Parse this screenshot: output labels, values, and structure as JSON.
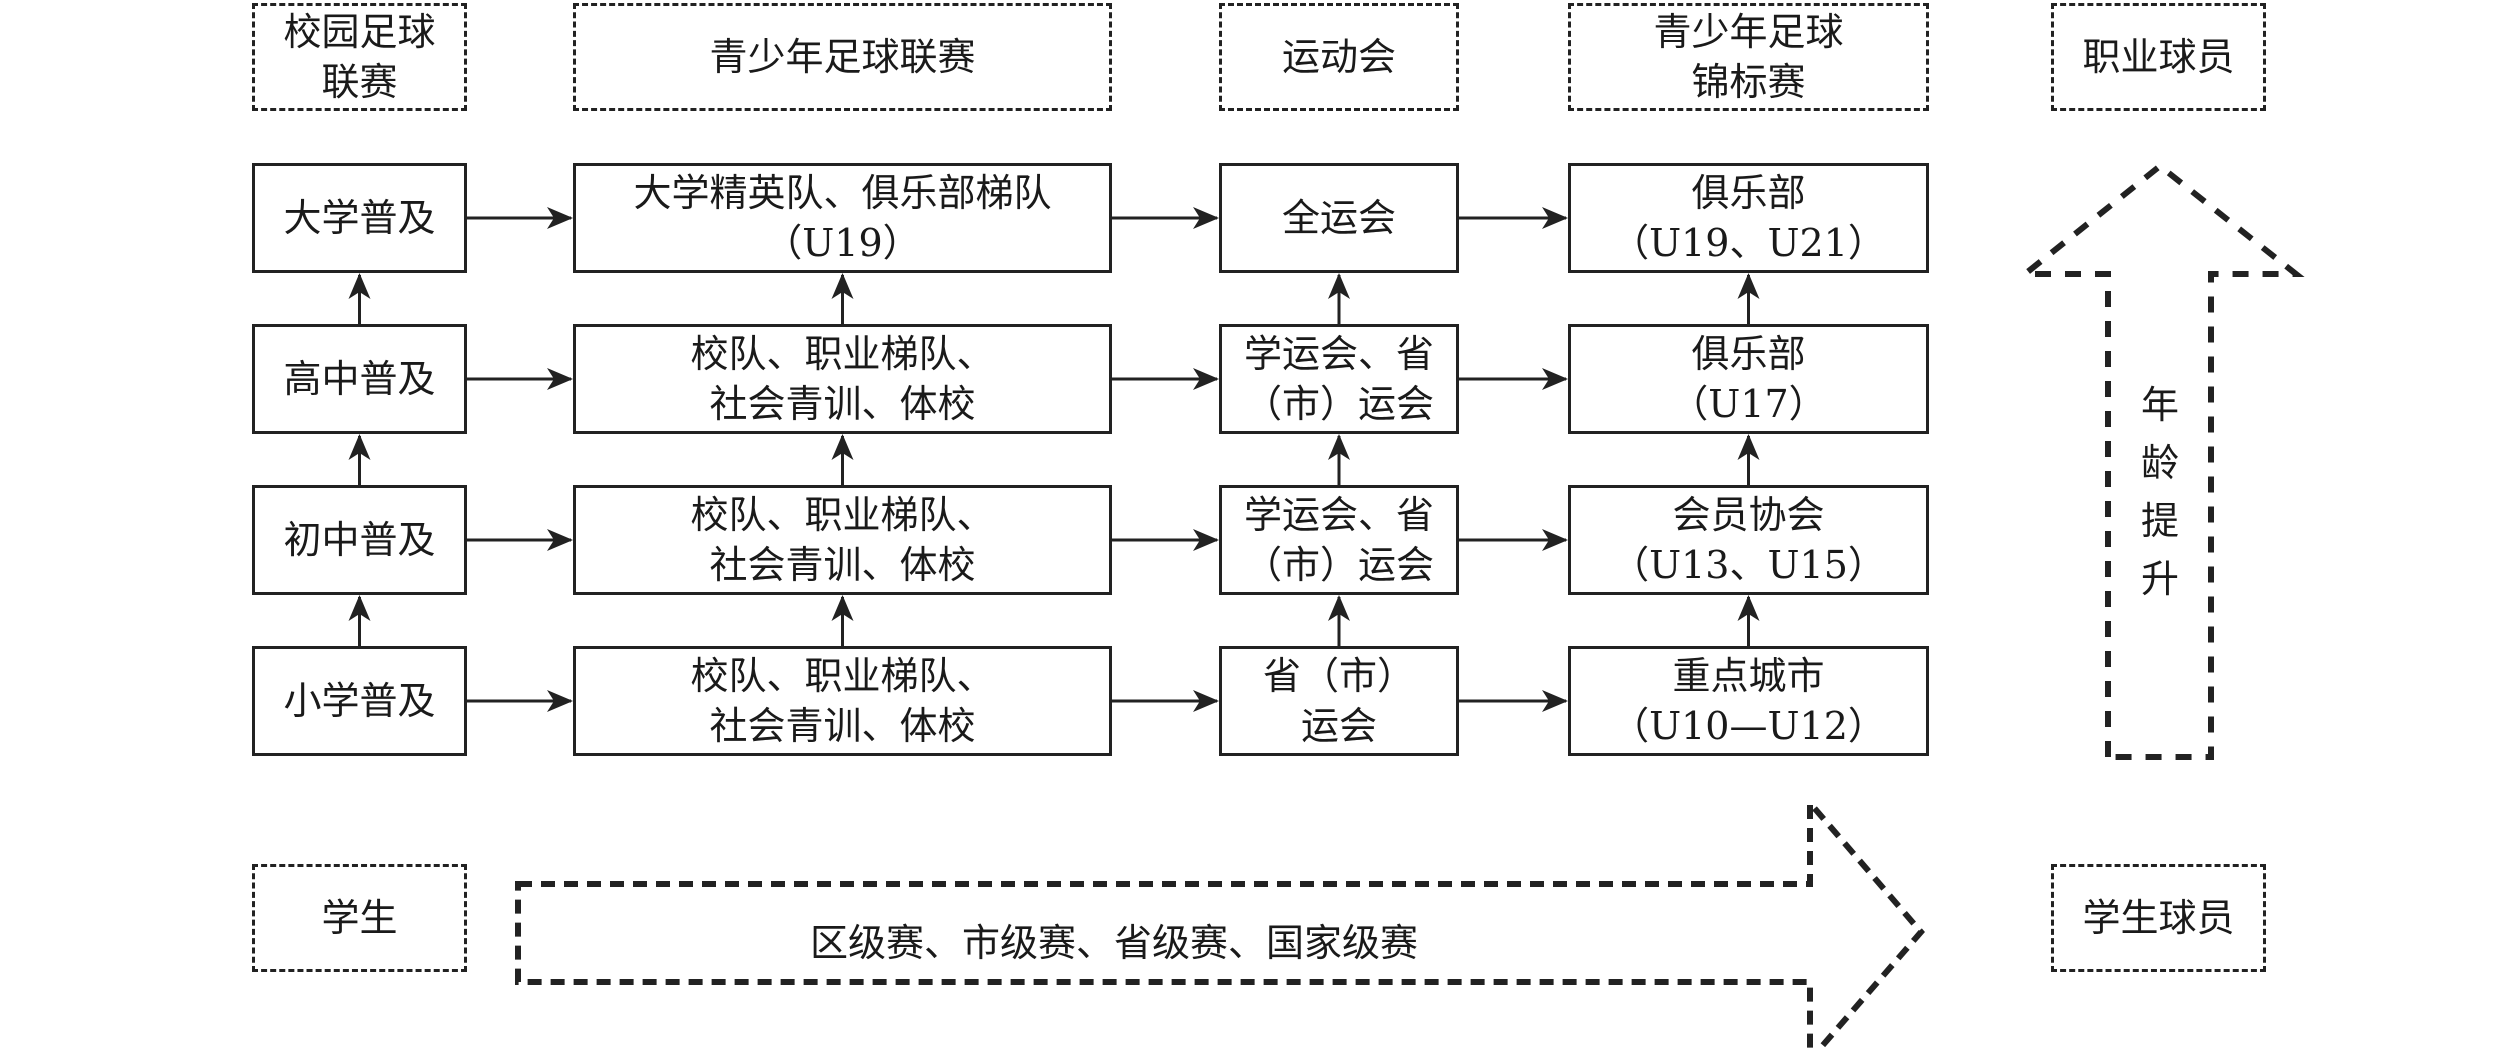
{
  "headers": [
    {
      "lines": [
        "校园足球",
        "联赛"
      ]
    },
    {
      "lines": [
        "青少年足球联赛"
      ]
    },
    {
      "lines": [
        "运动会"
      ]
    },
    {
      "lines": [
        "青少年足球",
        "锦标赛"
      ]
    },
    {
      "lines": [
        "职业球员"
      ]
    }
  ],
  "rows": [
    {
      "level": "university",
      "cells": [
        {
          "lines": [
            "大学普及"
          ]
        },
        {
          "lines": [
            "大学精英队、俱乐部梯队",
            "（U19）"
          ]
        },
        {
          "lines": [
            "全运会"
          ]
        },
        {
          "lines": [
            "俱乐部",
            "（U19、U21）"
          ]
        }
      ]
    },
    {
      "level": "high-school",
      "cells": [
        {
          "lines": [
            "高中普及"
          ]
        },
        {
          "lines": [
            "校队、职业梯队、",
            "社会青训、体校"
          ]
        },
        {
          "lines": [
            "学运会、省",
            "（市）运会"
          ]
        },
        {
          "lines": [
            "俱乐部",
            "（U17）"
          ]
        }
      ]
    },
    {
      "level": "middle-school",
      "cells": [
        {
          "lines": [
            "初中普及"
          ]
        },
        {
          "lines": [
            "校队、职业梯队、",
            "社会青训、体校"
          ]
        },
        {
          "lines": [
            "学运会、省",
            "（市）运会"
          ]
        },
        {
          "lines": [
            "会员协会",
            "（U13、U15）"
          ]
        }
      ]
    },
    {
      "level": "primary-school",
      "cells": [
        {
          "lines": [
            "小学普及"
          ]
        },
        {
          "lines": [
            "校队、职业梯队、",
            "社会青训、体校"
          ]
        },
        {
          "lines": [
            "省（市）",
            "运会"
          ]
        },
        {
          "lines": [
            "重点城市",
            "（U10—U12）"
          ]
        }
      ]
    }
  ],
  "footer": {
    "left_label": "学生",
    "arrow_label": "区级赛、市级赛、省级赛、国家级赛",
    "right_label": "学生球员"
  },
  "age_arrow": {
    "chars": [
      "年",
      "龄",
      "提",
      "升"
    ]
  },
  "colors": {
    "stroke": "#222222",
    "background": "#ffffff"
  }
}
